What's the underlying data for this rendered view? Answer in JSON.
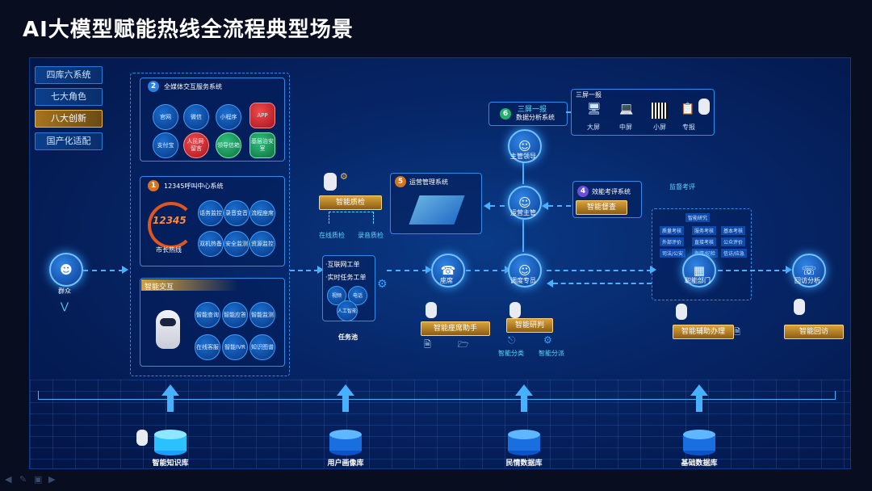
{
  "title": "AI大模型赋能热线全流程典型场景",
  "tabs": [
    {
      "label": "四库六系统",
      "active": false
    },
    {
      "label": "七大角色",
      "active": false
    },
    {
      "label": "八大创新",
      "active": true
    },
    {
      "label": "国产化适配",
      "active": false
    }
  ],
  "omni": {
    "badge": "2",
    "title": "全媒体交互服务系统",
    "channels": [
      "官网",
      "微信",
      "小程序",
      "APP",
      "支付宝",
      "人民网·留言",
      "领导信箱",
      "基层治安室"
    ]
  },
  "hotline": {
    "badge": "1",
    "title": "12345呼叫中心系统",
    "logo_number": "12345",
    "logo_caption": "市长热线",
    "functions": [
      "话务监控",
      "录音变音",
      "流程座席",
      "双机热备",
      "安全监测",
      "资源监控"
    ]
  },
  "smart_interaction": {
    "title": "智能交互",
    "functions": [
      "智能查询",
      "智能应答",
      "智能监测",
      "在线客服",
      "智能IVR",
      "知识图谱"
    ]
  },
  "nodes": {
    "masses": "群众",
    "agent": "座席",
    "dispatcher": "调度专员",
    "supervisor": "运营主管",
    "leader": "主管领导",
    "department": "职能部门",
    "callback": "回访分析"
  },
  "quality": {
    "label": "智能质检",
    "online": "在线质检",
    "recording": "录音质检"
  },
  "task_pool": {
    "items": [
      "·互联网工单",
      "·实时任务工单"
    ],
    "sub": [
      "视频",
      "电话",
      "人工智能"
    ],
    "label": "任务池"
  },
  "ops_system": {
    "badge": "5",
    "title": "运营管理系统"
  },
  "data_analysis": {
    "badge": "6",
    "title": "三屏一报",
    "subtitle": "数据分析系统"
  },
  "screens": {
    "title": "三屏一报",
    "items": [
      "大屏",
      "中屏",
      "小屏",
      "专报"
    ]
  },
  "efficiency": {
    "badge": "4",
    "title": "效能考评系统",
    "tag": "智能督查",
    "note": "监督考评"
  },
  "dept_tree": {
    "root": "智能研究",
    "items": [
      "质量考核",
      "服务考核",
      "基本考核",
      "外部评价",
      "直接考核",
      "公众评价",
      "司法/公安",
      "舆情/纪检",
      "信访/应急"
    ]
  },
  "assistants": {
    "agent_helper": "智能座席助手",
    "research": "智能研判",
    "classify": "智能分类",
    "dispatch": "智能分派",
    "assist": "智能辅助办理",
    "revisit": "智能回访"
  },
  "databases": [
    "智能知识库",
    "用户画像库",
    "民情数据库",
    "基础数据库"
  ],
  "colors": {
    "accent": "#47b0ff",
    "gold": "#d8a23a",
    "panel": "#2f8ae8",
    "background": "#062566"
  }
}
